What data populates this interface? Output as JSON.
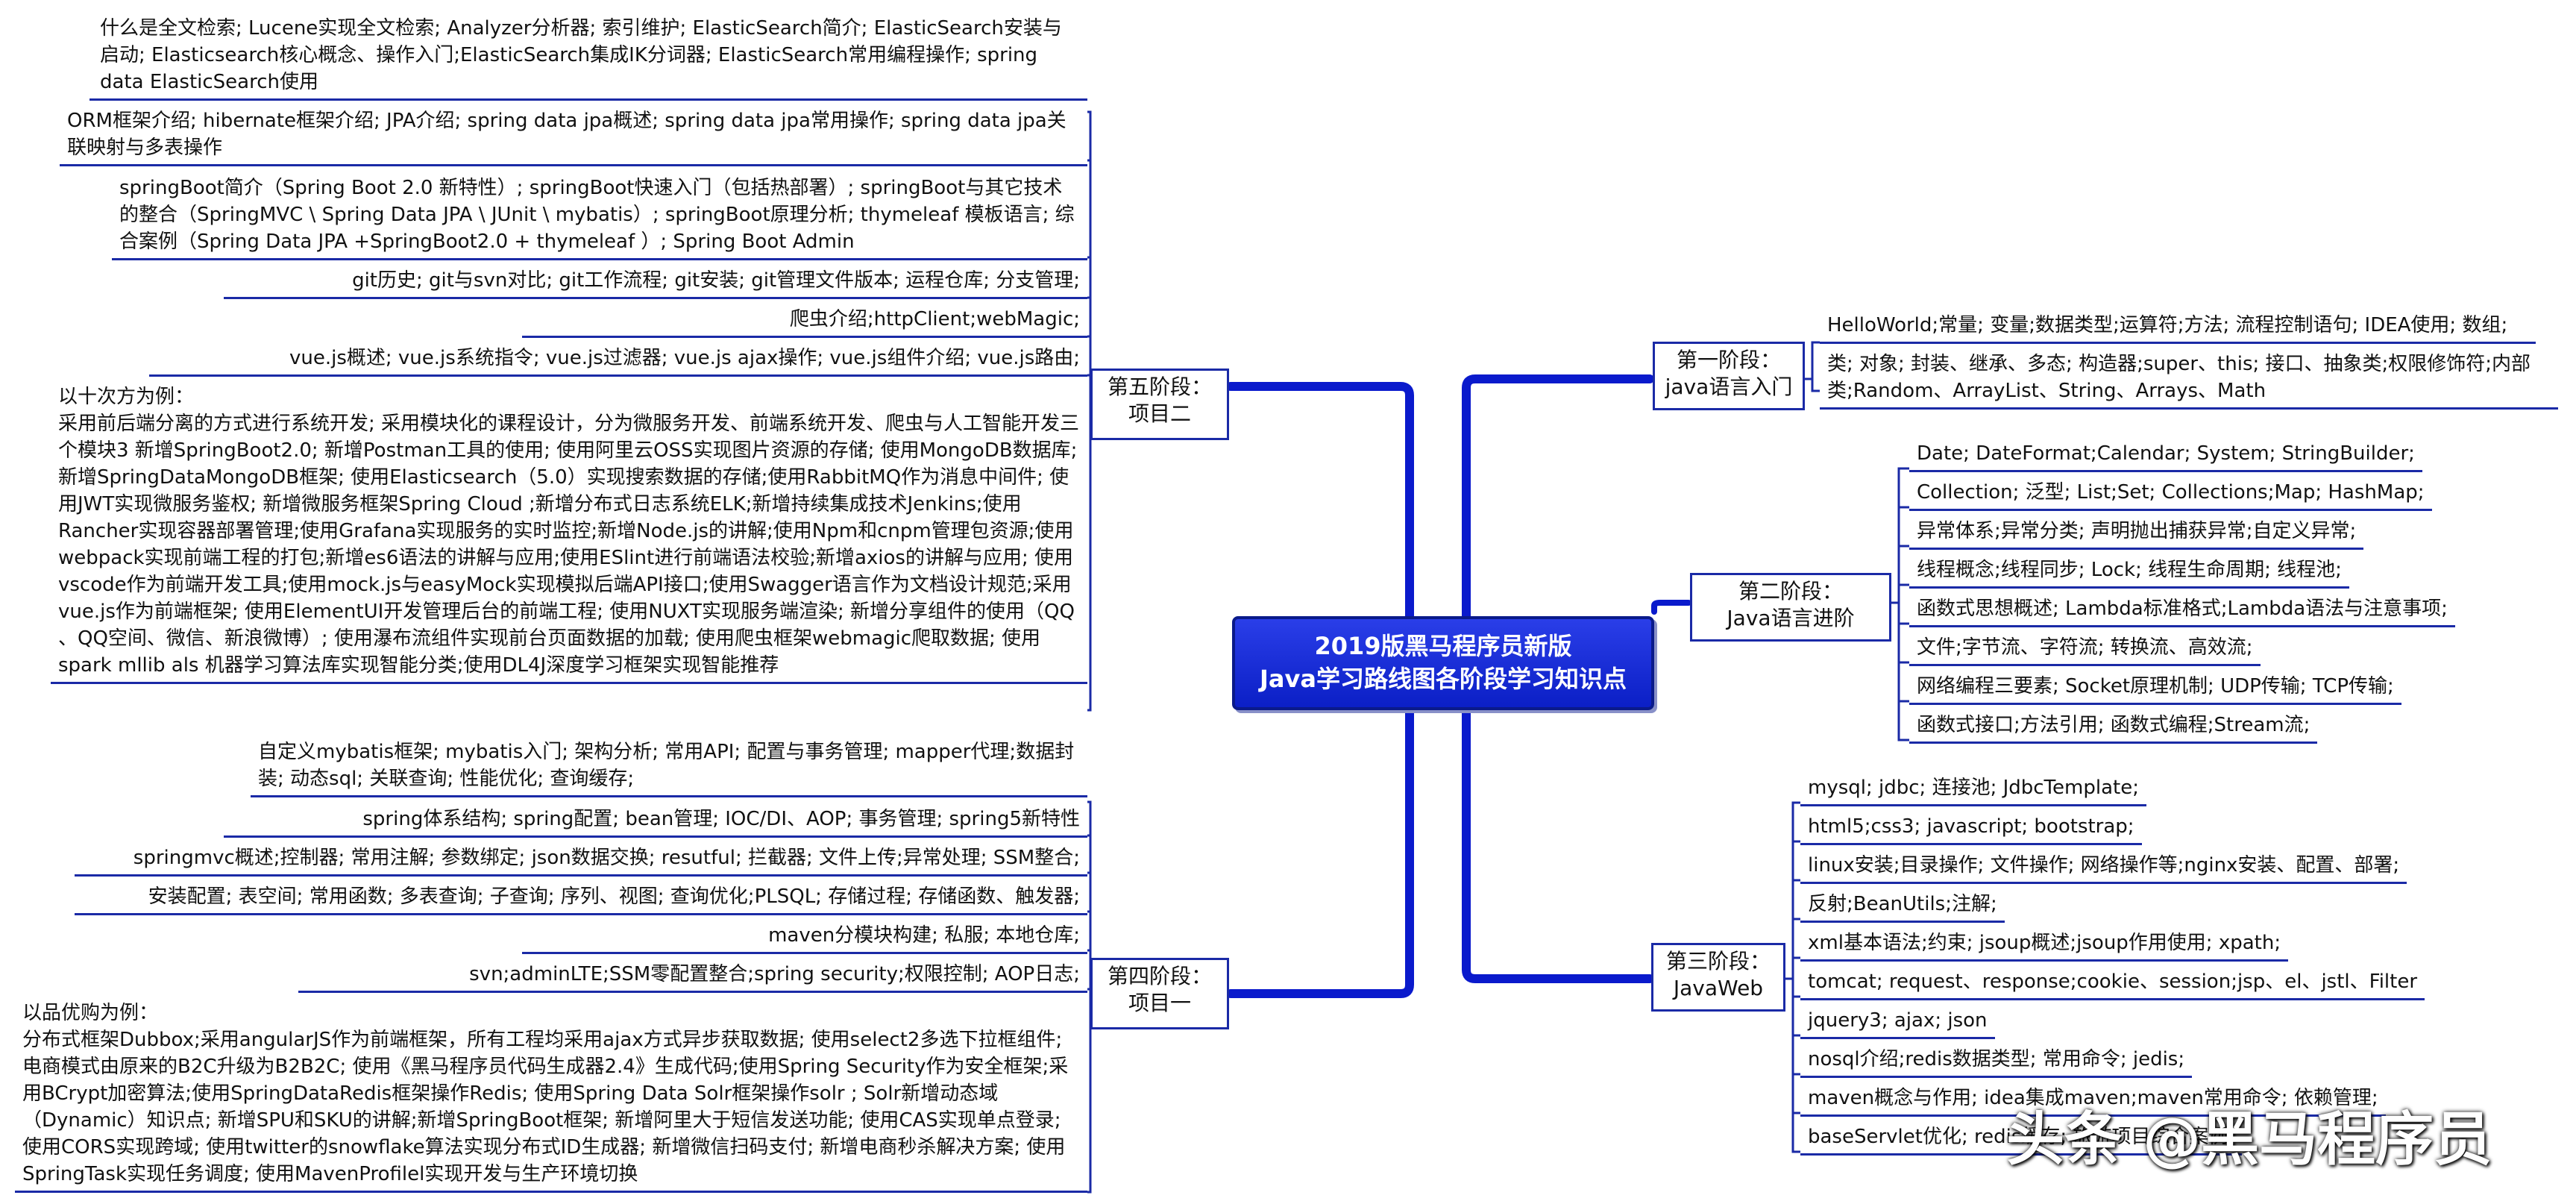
{
  "center": {
    "title_line1": "2019版黑马程序员新版",
    "title_line2": "Java学习路线图各阶段学习知识点"
  },
  "stages": {
    "stage1": {
      "line1": "第一阶段：",
      "line2": "java语言入门"
    },
    "stage2": {
      "line1": "第二阶段：",
      "line2": "Java语言进阶"
    },
    "stage3": {
      "line1": "第三阶段：",
      "line2": "JavaWeb"
    },
    "stage4": {
      "line1": "第四阶段：",
      "line2": "项目一"
    },
    "stage5": {
      "line1": "第五阶段：",
      "line2": "项目二"
    }
  },
  "stage1_items": [
    "HelloWorld;常量; 变量;数据类型;运算符;方法; 流程控制语句; IDEA使用; 数组;",
    "类; 对象; 封装、继承、多态; 构造器;super、this; 接口、抽象类;权限修饰符;内部类;Random、ArrayList、String、Arrays、Math"
  ],
  "stage2_items": [
    "Date; DateFormat;Calendar; System; StringBuilder;",
    "Collection; 泛型; List;Set; Collections;Map; HashMap;",
    "异常体系;异常分类; 声明抛出捕获异常;自定义异常;",
    "线程概念;线程同步; Lock; 线程生命周期; 线程池;",
    "函数式思想概述; Lambda标准格式;Lambda语法与注意事项;",
    "文件;字节流、字符流; 转换流、高效流;",
    "网络编程三要素; Socket原理机制; UDP传输; TCP传输;",
    "函数式接口;方法引用; 函数式编程;Stream流;"
  ],
  "stage3_items": [
    "mysql; jdbc; 连接池; JdbcTemplate;",
    "html5;css3; javascript; bootstrap;",
    "linux安装;目录操作; 文件操作; 网络操作等;nginx安装、配置、部署;",
    "反射;BeanUtils;注解;",
    "xml基本语法;约束; jsoup概述;jsoup作用使用; xpath;",
    "tomcat; request、response;cookie、session;jsp、el、jstl、Filter",
    "jquery3; ajax; json",
    "nosql介绍;redis数据类型; 常用命令; jedis;",
    "maven概念与作用; idea集成maven;maven常用命令; 依赖管理;",
    "baseServlet优化; redis缓存; 旅游项目综合案例;"
  ],
  "stage4_items": [
    "自定义mybatis框架; mybatis入门; 架构分析; 常用API; 配置与事务管理; mapper代理;数据封装; 动态sql; 关联查询; 性能优化; 查询缓存;",
    "spring体系结构; spring配置; bean管理; IOC/DI、AOP; 事务管理; spring5新特性",
    "springmvc概述;控制器; 常用注解; 参数绑定; json数据交换; resutful; 拦截器; 文件上传;异常处理; SSM整合;",
    "安装配置; 表空间; 常用函数; 多表查询; 子查询; 序列、视图; 查询优化;PLSQL; 存储过程; 存储函数、触发器;",
    "maven分模块构建; 私服; 本地仓库;",
    "svn;adminLTE;SSM零配置整合;spring security;权限控制; AOP日志;",
    "以品优购为例：\n分布式框架Dubbox;采用angularJS作为前端框架，所有工程均采用ajax方式异步获取数据; 使用select2多选下拉框组件;电商模式由原来的B2C升级为B2B2C; 使用《黑马程序员代码生成器2.4》生成代码;使用Spring Security作为安全框架;采用BCrypt加密算法;使用SpringDataRedis框架操作Redis; 使用Spring Data Solr框架操作solr ; Solr新增动态域（Dynamic）知识点; 新增SPU和SKU的讲解;新增SpringBoot框架; 新增阿里大于短信发送功能; 使用CAS实现单点登录; 使用CORS实现跨域; 使用twitter的snowflake算法实现分布式ID生成器; 新增微信扫码支付; 新增电商秒杀解决方案; 使用SpringTask实现任务调度; 使用MavenProfilel实现开发与生产环境切换"
  ],
  "stage5_items": [
    "什么是全文检索; Lucene实现全文检索; Analyzer分析器; 索引维护; ElasticSearch简介; ElasticSearch安装与启动; Elasticsearch核心概念、操作入门;ElasticSearch集成IK分词器; ElasticSearch常用编程操作; spring data ElasticSearch使用",
    "ORM框架介绍; hibernate框架介绍; JPA介绍; spring data jpa概述; spring data jpa常用操作; spring data jpa关联映射与多表操作",
    "springBoot简介（Spring Boot 2.0 新特性）; springBoot快速入门（包括热部署）; springBoot与其它技术的整合（SpringMVC \\ Spring Data JPA \\ JUnit \\  mybatis）; springBoot原理分析; thymeleaf 模板语言; 综合案例（Spring Data JPA +SpringBoot2.0  + thymeleaf  ）; Spring Boot Admin",
    "git历史; git与svn对比; git工作流程; git安装; git管理文件版本; 运程仓库; 分支管理;",
    "爬虫介绍;httpClient;webMagic;",
    "vue.js概述; vue.js系统指令; vue.js过滤器; vue.js ajax操作; vue.js组件介绍; vue.js路由;",
    "以十次方为例：\n采用前后端分离的方式进行系统开发; 采用模块化的课程设计，分为微服务开发、前端系统开发、爬虫与人工智能开发三个模块3 新增SpringBoot2.0; 新增Postman工具的使用; 使用阿里云OSS实现图片资源的存储; 使用MongoDB数据库; 新增SpringDataMongoDB框架; 使用Elasticsearch（5.0）实现搜索数据的存储;使用RabbitMQ作为消息中间件; 使用JWT实现微服务鉴权; 新增微服务框架Spring Cloud ;新增分布式日志系统ELK;新增持续集成技术Jenkins;使用Rancher实现容器部署管理;使用Grafana实现服务的实时监控;新增Node.js的讲解;使用Npm和cnpm管理包资源;使用webpack实现前端工程的打包;新增es6语法的讲解与应用;使用ESlint进行前端语法校验;新增axios的讲解与应用; 使用vscode作为前端开发工具;使用mock.js与easyMock实现模拟后端API接口;使用Swagger语言作为文档设计规范;采用vue.js作为前端框架; 使用ElementUI开发管理后台的前端工程; 使用NUXT实现服务端渲染; 新增分享组件的使用（QQ 、QQ空间、微信、新浪微博）; 使用瀑布流组件实现前台页面数据的加载; 使用爬虫框架webmagic爬取数据; 使用spark mllib als 机器学习算法库实现智能分类;使用DL4J深度学习框架实现智能推荐"
  ],
  "watermark": "头条 @黑马程序员",
  "colors": {
    "line": "#1a2aa6",
    "center_fill": "#1428d6",
    "center_text": "#ffffff"
  }
}
